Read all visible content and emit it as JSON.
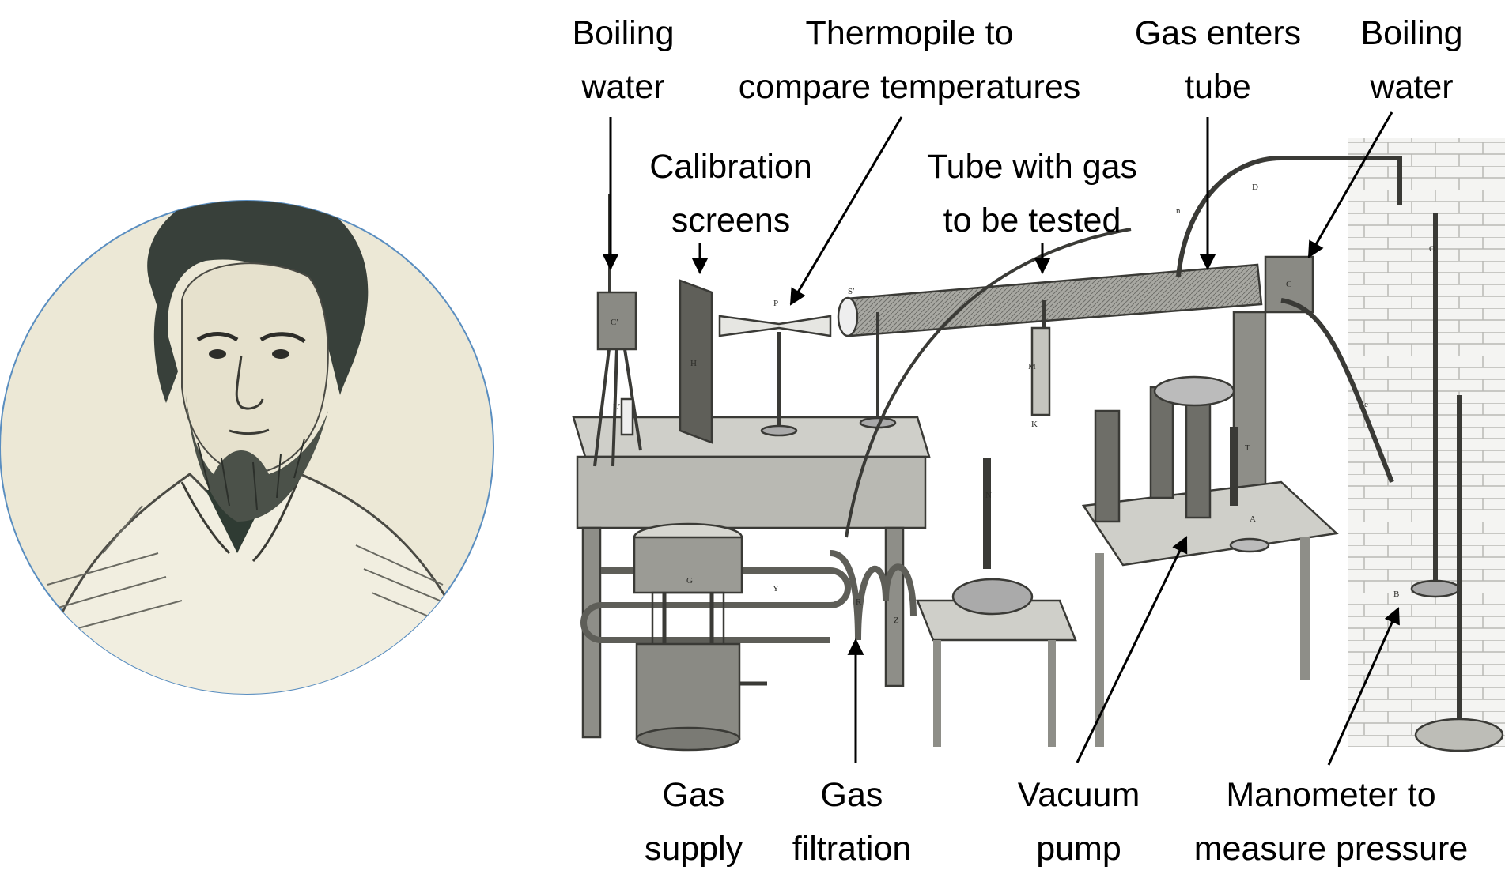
{
  "colors": {
    "background": "#ffffff",
    "portrait_bg": "#ece8d6",
    "portrait_border": "#5a8ec0",
    "engraving_ink": "#3a3a36",
    "engraving_fill": "#8c8c86",
    "arrow": "#000000"
  },
  "portrait": {
    "icon": "bearded-man-engraving"
  },
  "apparatus": {
    "icon": "tyndall-gas-absorption-apparatus"
  },
  "labels": {
    "boiling_water_left": [
      "Boiling",
      "water"
    ],
    "thermopile": [
      "Thermopile to",
      "compare temperatures"
    ],
    "gas_enters_tube": [
      "Gas enters",
      "tube"
    ],
    "boiling_water_right": [
      "Boiling",
      "water"
    ],
    "calibration_screens": [
      "Calibration",
      "screens"
    ],
    "tube_with_gas": [
      "Tube with gas",
      "to be tested"
    ],
    "gas_supply": [
      "Gas",
      "supply"
    ],
    "gas_filtration": [
      "Gas",
      "filtration"
    ],
    "vacuum_pump": [
      "Vacuum",
      "pump"
    ],
    "manometer": [
      "Manometer to",
      "measure pressure"
    ]
  },
  "engraving_letters": {
    "c_left": "C′",
    "h": "H",
    "p": "P",
    "s": "S′",
    "l": "L′",
    "m": "M",
    "k": "K",
    "n_top": "n",
    "n_pump": "N",
    "a": "A",
    "t": "T",
    "c_right": "C",
    "d": "D",
    "o": "O",
    "b": "B",
    "g": "G",
    "y": "Y",
    "r": "R",
    "z": "Z",
    "e": "e"
  }
}
